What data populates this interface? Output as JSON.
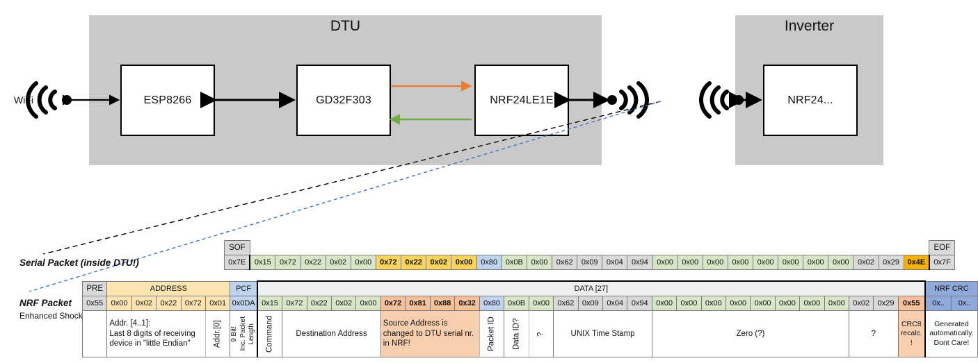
{
  "diagram": {
    "wifi_label": "WiFi",
    "dtu_title": "DTU",
    "inverter_title": "Inverter",
    "chips": {
      "esp": "ESP8266",
      "gd32": "GD32F303",
      "nrf24le1e": "NRF24LE1E",
      "nrf24": "NRF24..."
    },
    "arrow_colors": {
      "tx_orange": "#ED7D31",
      "rx_green": "#70AD47",
      "black": "#000000",
      "serial_leader": "#000000",
      "nrf_leader": "#4472C4"
    },
    "group_fill": "#C9C9C9"
  },
  "labels": {
    "serial_packet": "Serial Packet (inside DTU!)",
    "nrf_packet": "NRF Packet",
    "enhanced_shockburst": "Enhanced Shockburst"
  },
  "serial_packet": {
    "header": {
      "sof": "SOF",
      "eof": "EOF"
    },
    "sof_value": "0x7E",
    "eof_value": "0x7F",
    "bytes": [
      {
        "v": "0x15",
        "c": "green"
      },
      {
        "v": "0x72",
        "c": "green"
      },
      {
        "v": "0x22",
        "c": "green"
      },
      {
        "v": "0x02",
        "c": "green"
      },
      {
        "v": "0x00",
        "c": "green"
      },
      {
        "v": "0x72",
        "c": "ygold"
      },
      {
        "v": "0x22",
        "c": "ygold"
      },
      {
        "v": "0x02",
        "c": "ygold"
      },
      {
        "v": "0x00",
        "c": "ygold"
      },
      {
        "v": "0x80",
        "c": "blue"
      },
      {
        "v": "0x0B",
        "c": "green"
      },
      {
        "v": "0x00",
        "c": "green"
      },
      {
        "v": "0x62",
        "c": "grey"
      },
      {
        "v": "0x09",
        "c": "grey"
      },
      {
        "v": "0x04",
        "c": "grey"
      },
      {
        "v": "0x94",
        "c": "grey"
      },
      {
        "v": "0x00",
        "c": "green"
      },
      {
        "v": "0x00",
        "c": "green"
      },
      {
        "v": "0x00",
        "c": "green"
      },
      {
        "v": "0x00",
        "c": "green"
      },
      {
        "v": "0x00",
        "c": "green"
      },
      {
        "v": "0x00",
        "c": "green"
      },
      {
        "v": "0x00",
        "c": "green"
      },
      {
        "v": "0x00",
        "c": "green"
      },
      {
        "v": "0x02",
        "c": "grey"
      },
      {
        "v": "0x29",
        "c": "grey"
      },
      {
        "v": "0x4E",
        "c": "amber"
      }
    ]
  },
  "nrf_packet": {
    "header": {
      "pre": "PRE",
      "address": "ADDRESS",
      "pcf": "PCF",
      "data": "DATA [27]",
      "crc": "NRF CRC"
    },
    "pre_value": "0x55",
    "address_values": [
      "0x00",
      "0x02",
      "0x22",
      "0x72",
      "0x01"
    ],
    "pcf_value": "0x0DA",
    "bytes": [
      {
        "v": "0x15",
        "c": "green"
      },
      {
        "v": "0x72",
        "c": "green"
      },
      {
        "v": "0x22",
        "c": "green"
      },
      {
        "v": "0x02",
        "c": "green"
      },
      {
        "v": "0x00",
        "c": "green"
      },
      {
        "v": "0x72",
        "c": "orange"
      },
      {
        "v": "0x81",
        "c": "orange"
      },
      {
        "v": "0x88",
        "c": "orange"
      },
      {
        "v": "0x32",
        "c": "orange"
      },
      {
        "v": "0x80",
        "c": "blue"
      },
      {
        "v": "0x0B",
        "c": "green"
      },
      {
        "v": "0x00",
        "c": "green"
      },
      {
        "v": "0x62",
        "c": "grey"
      },
      {
        "v": "0x09",
        "c": "grey"
      },
      {
        "v": "0x04",
        "c": "grey"
      },
      {
        "v": "0x94",
        "c": "grey"
      },
      {
        "v": "0x00",
        "c": "green"
      },
      {
        "v": "0x00",
        "c": "green"
      },
      {
        "v": "0x00",
        "c": "green"
      },
      {
        "v": "0x00",
        "c": "green"
      },
      {
        "v": "0x00",
        "c": "green"
      },
      {
        "v": "0x00",
        "c": "green"
      },
      {
        "v": "0x00",
        "c": "green"
      },
      {
        "v": "0x00",
        "c": "green"
      },
      {
        "v": "0x02",
        "c": "grey"
      },
      {
        "v": "0x29",
        "c": "grey"
      },
      {
        "v": "0x55",
        "c": "orange"
      }
    ],
    "crc_values": [
      "0x..",
      "0x.."
    ]
  },
  "annotations": {
    "addr_desc_l1": "Addr. [4..1]:",
    "addr_desc_l2": "Last 8 digits of receiving",
    "addr_desc_l3": "device in \"little Endian\"",
    "addr0": "Addr.[0]",
    "pcf_l1": "9 Bit!",
    "pcf_l2": "Inc. Packet",
    "pcf_l3": "Length",
    "command": "Command",
    "destination_address": "Destination Address",
    "source_address": "Source Address is changed to DTU serial nr. in NRF!",
    "packet_id": "Packet ID",
    "data_id": "Data ID?",
    "unknown1": "?",
    "unix_time_stamp": "UNIX Time Stamp",
    "zero": "Zero (?)",
    "unknown2": "?",
    "crc8_l1": "CRC8",
    "crc8_l2": "recalc.",
    "crc8_l3": "!",
    "nrfcrc_l1": "Generated",
    "nrfcrc_l2": "automatically.",
    "nrfcrc_l3": "Dont Care!"
  }
}
